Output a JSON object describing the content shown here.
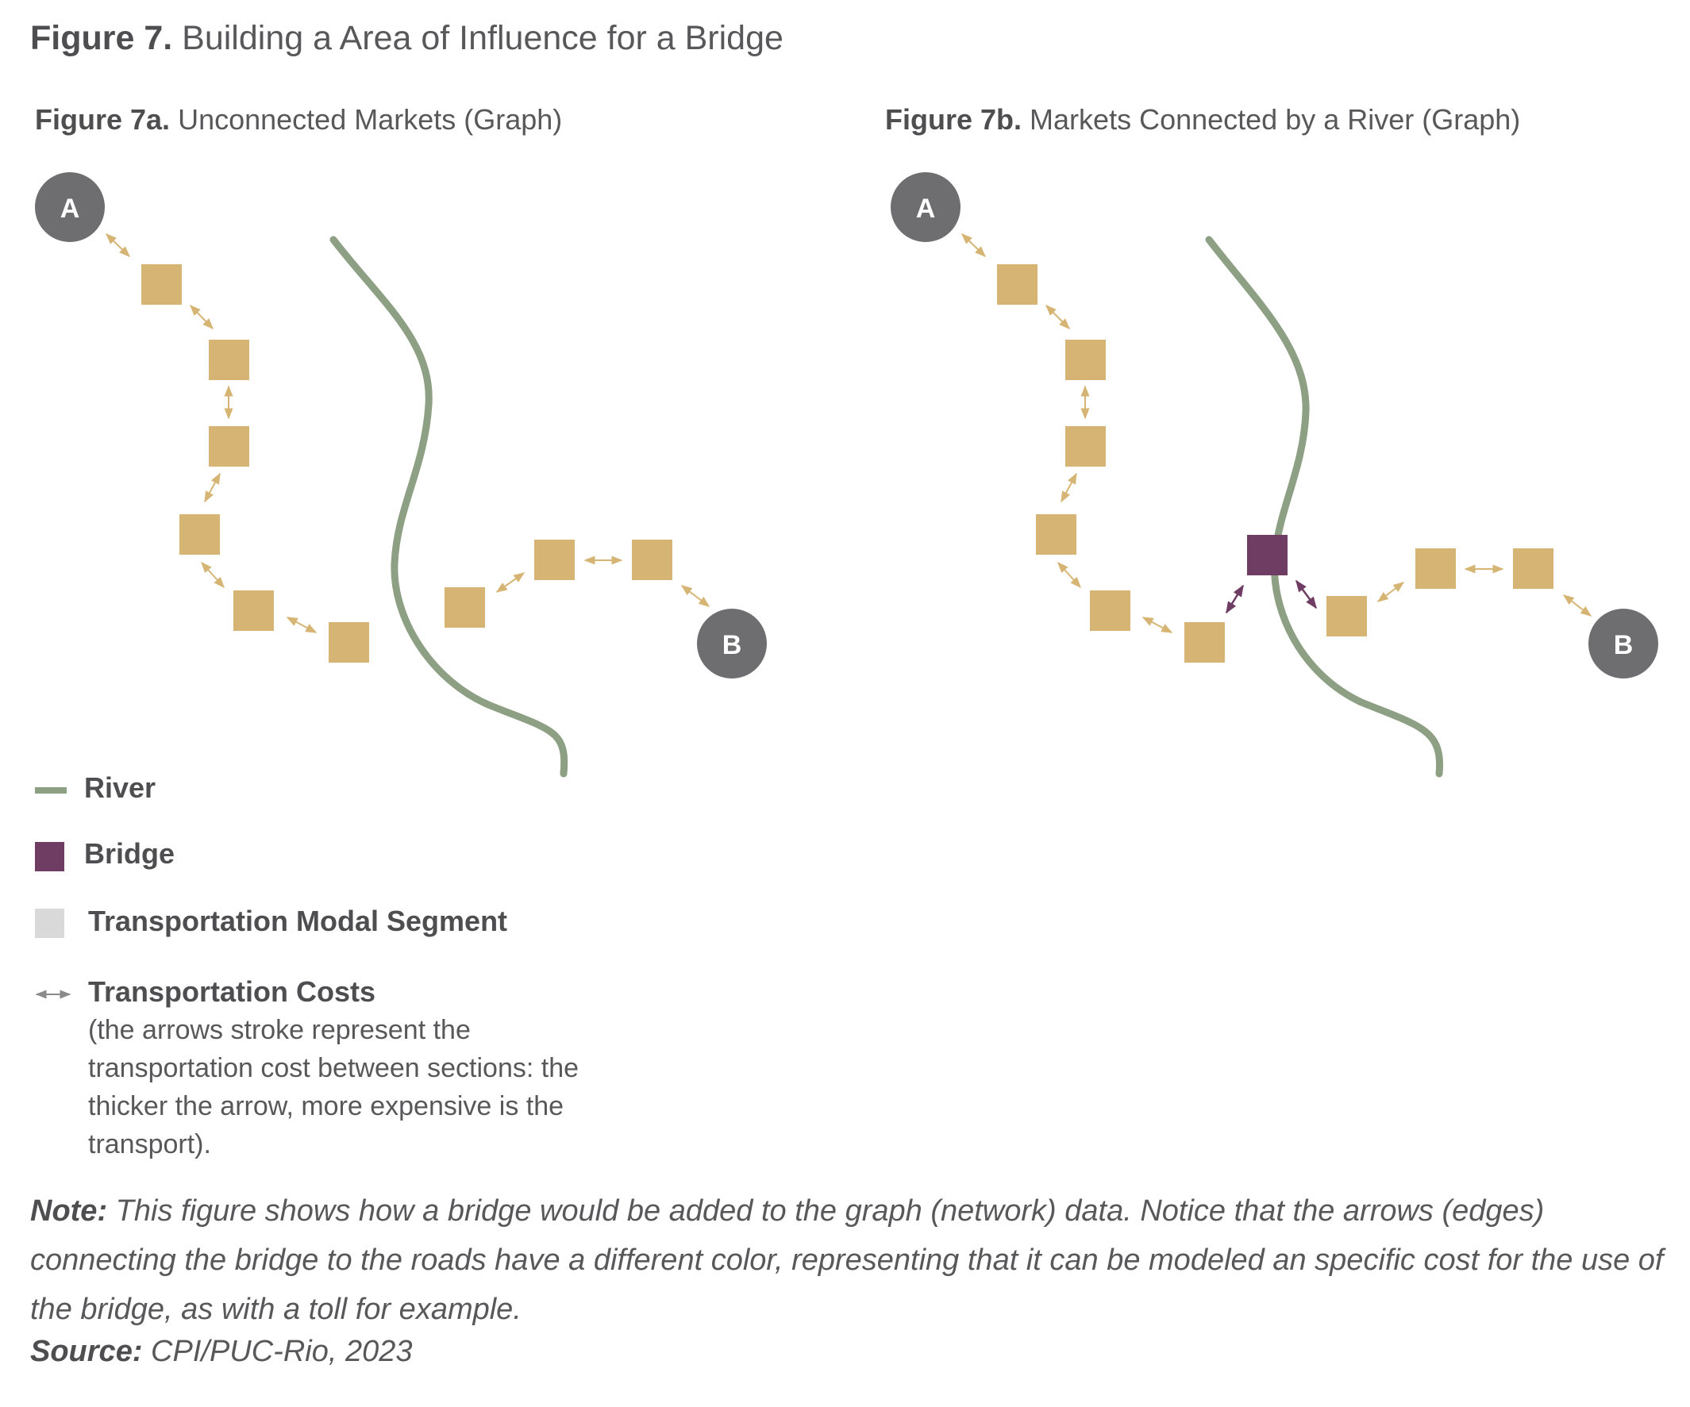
{
  "figure": {
    "label": "Figure 7.",
    "title": "Building a Area of Influence for a Bridge"
  },
  "panels": {
    "a": {
      "label": "Figure 7a.",
      "title": "Unconnected Markets (Graph)"
    },
    "b": {
      "label": "Figure 7b.",
      "title": "Markets Connected by a River (Graph)"
    }
  },
  "nodes": {
    "a": "A",
    "b": "B"
  },
  "legend": {
    "river": "River",
    "bridge": "Bridge",
    "segment": "Transportation Modal Segment",
    "costs": "Transportation Costs",
    "costs_note": "(the arrows stroke represent the transportation cost between sections: the thicker the arrow, more expensive is the transport)."
  },
  "note": {
    "label": "Note:",
    "text": "This figure shows how a bridge would be added to the graph (network) data. Notice that the arrows (edges) connecting the bridge to the roads have a different color, representing that it can be modeled an specific cost for the use of the bridge, as with a toll for example."
  },
  "source": {
    "label": "Source:",
    "text": "CPI/PUC-Rio, 2023"
  },
  "colors": {
    "river": "#8da083",
    "segment": "#d6b574",
    "bridge": "#6f3c64",
    "node": "#6e6e70",
    "arrow": "#d6b574",
    "bridge_arrow": "#6f3c64",
    "legend_segment": "#d9d9d9",
    "legend_arrow": "#8a8a8a"
  }
}
